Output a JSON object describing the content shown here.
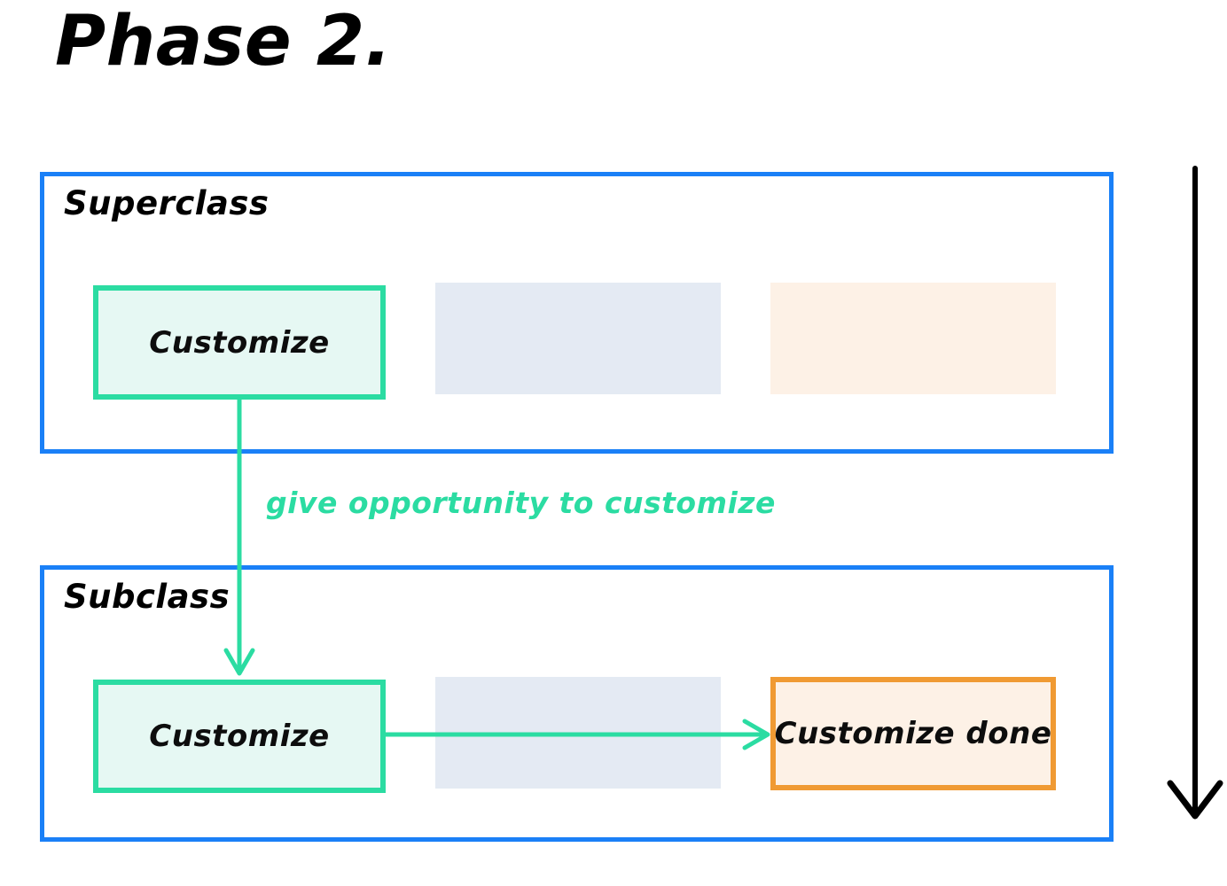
{
  "title": "Phase 2.",
  "colors": {
    "class_border": "#1a80f7",
    "process_border": "#2bdca2",
    "process_fill": "#e6f8f3",
    "done_border": "#f09a33",
    "done_fill": "#fdf1e6",
    "placeholder_gray": "#e4eaf3",
    "placeholder_cream": "#fdf1e6",
    "arrow_black": "#000000",
    "arrow_green": "#2bdca2"
  },
  "containers": {
    "superclass": {
      "label": "Superclass"
    },
    "subclass": {
      "label": "Subclass"
    }
  },
  "nodes": {
    "superclass_customize": {
      "label": "Customize"
    },
    "subclass_customize": {
      "label": "Customize"
    },
    "customize_done": {
      "label": "Customize done"
    }
  },
  "edges": {
    "super_to_sub": {
      "label": "give opportunity to customize",
      "from": "superclass_customize",
      "to": "subclass_customize",
      "direction": "down"
    },
    "sub_to_done": {
      "label": "",
      "from": "subclass_customize",
      "to": "customize_done",
      "direction": "right"
    }
  },
  "flow_arrow": {
    "name": "time-direction-arrow",
    "direction": "down"
  }
}
